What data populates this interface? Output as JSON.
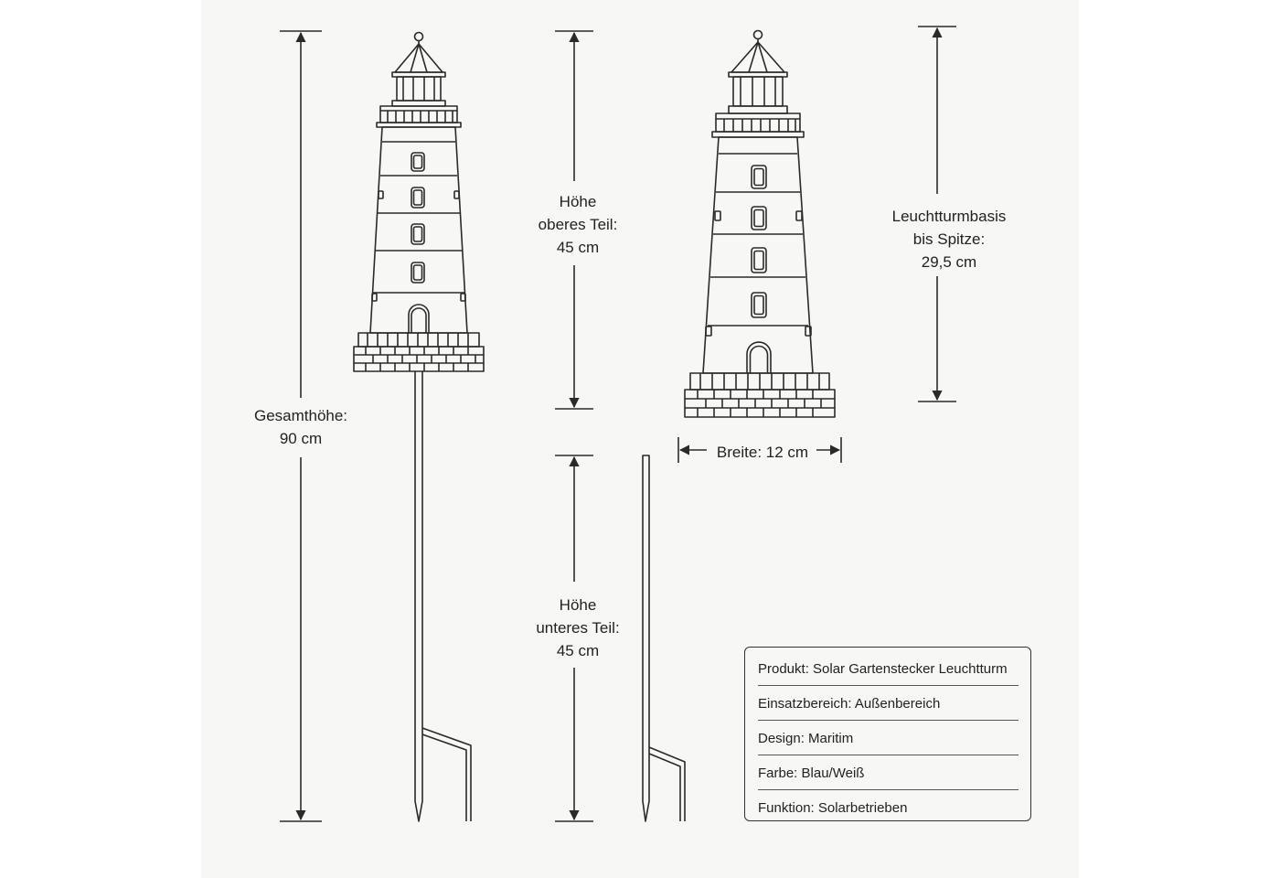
{
  "dimensions": {
    "total_height": {
      "line1": "Gesamthöhe:",
      "line2": "90 cm"
    },
    "upper_part": {
      "line1": "Höhe",
      "line2": "oberes Teil:",
      "line3": "45 cm"
    },
    "lower_part": {
      "line1": "Höhe",
      "line2": "unteres Teil:",
      "line3": "45 cm"
    },
    "base_to_tip": {
      "line1": "Leuchtturmbasis",
      "line2": "bis Spitze:",
      "line3": "29,5 cm"
    },
    "width": {
      "label": "Breite: 12 cm"
    }
  },
  "info_box": {
    "rows": [
      "Produkt: Solar Gartenstecker Leuchtturm",
      "Einsatzbereich: Außenbereich",
      "Design: Maritim",
      "Farbe: Blau/Weiß",
      "Funktion: Solarbetrieben"
    ]
  },
  "colors": {
    "line": "#2a2a2a",
    "background": "#f7f7f5"
  }
}
